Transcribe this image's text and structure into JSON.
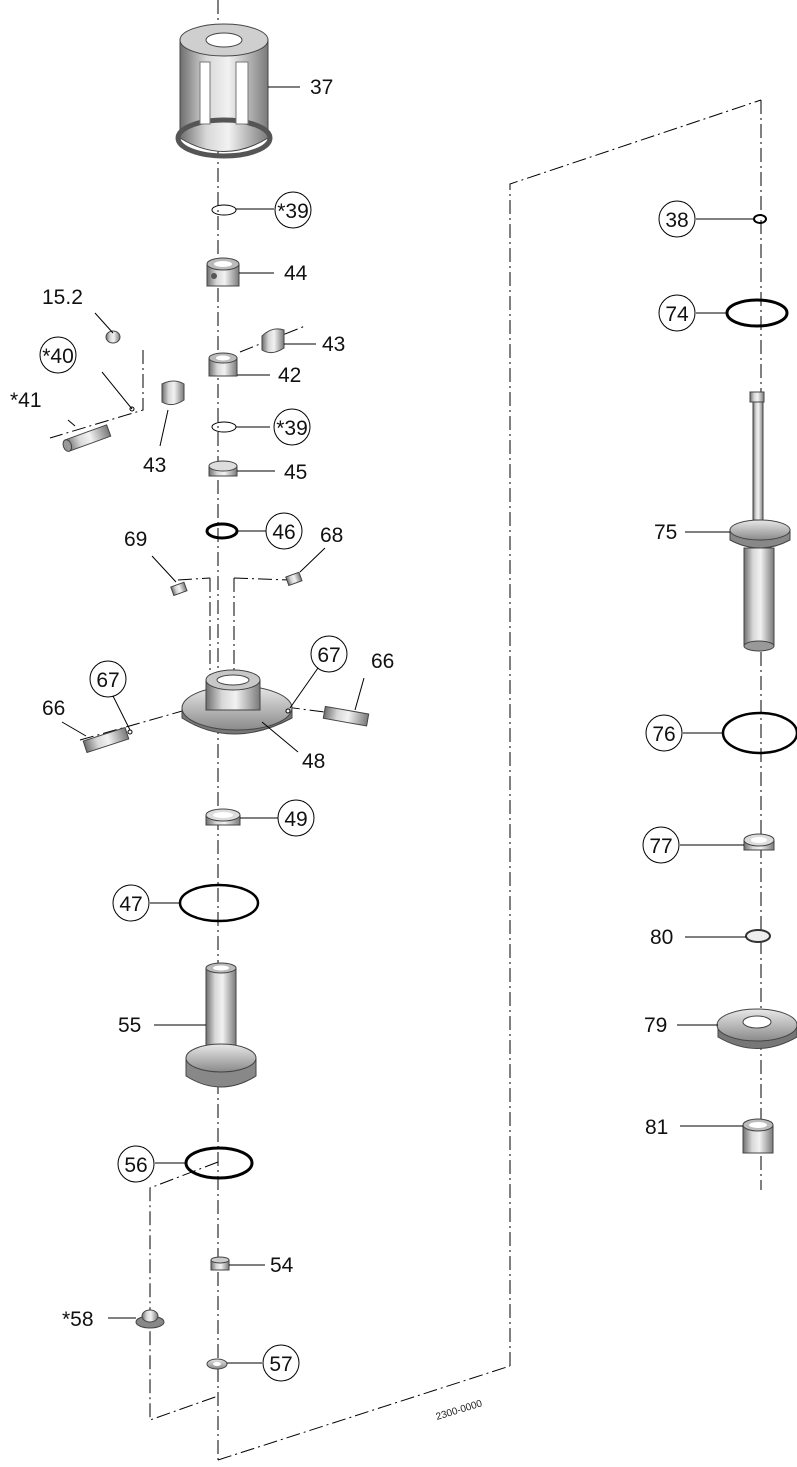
{
  "diagram_code": "2300-0000",
  "callouts": {
    "c37": {
      "text": "37",
      "circled": false
    },
    "c39a": {
      "text": "*39",
      "circled": true
    },
    "c44": {
      "text": "44",
      "circled": false
    },
    "c15_2": {
      "text": "15.2",
      "circled": false
    },
    "c40": {
      "text": "*40",
      "circled": true
    },
    "c41": {
      "text": "*41",
      "circled": false
    },
    "c43a": {
      "text": "43",
      "circled": false
    },
    "c42": {
      "text": "42",
      "circled": false
    },
    "c43b": {
      "text": "43",
      "circled": false
    },
    "c39b": {
      "text": "*39",
      "circled": true
    },
    "c45": {
      "text": "45",
      "circled": false
    },
    "c46": {
      "text": "46",
      "circled": true
    },
    "c69": {
      "text": "69",
      "circled": false
    },
    "c68": {
      "text": "68",
      "circled": false
    },
    "c67a": {
      "text": "67",
      "circled": true
    },
    "c66a": {
      "text": "66",
      "circled": false
    },
    "c67b": {
      "text": "67",
      "circled": true
    },
    "c66b": {
      "text": "66",
      "circled": false
    },
    "c48": {
      "text": "48",
      "circled": false
    },
    "c49": {
      "text": "49",
      "circled": true
    },
    "c47": {
      "text": "47",
      "circled": true
    },
    "c55": {
      "text": "55",
      "circled": false
    },
    "c56": {
      "text": "56",
      "circled": true
    },
    "c54": {
      "text": "54",
      "circled": false
    },
    "c58": {
      "text": "*58",
      "circled": false
    },
    "c57": {
      "text": "57",
      "circled": true
    },
    "c38": {
      "text": "38",
      "circled": true
    },
    "c74": {
      "text": "74",
      "circled": true
    },
    "c75": {
      "text": "75",
      "circled": false
    },
    "c76": {
      "text": "76",
      "circled": true
    },
    "c77": {
      "text": "77",
      "circled": true
    },
    "c80": {
      "text": "80",
      "circled": false
    },
    "c79": {
      "text": "79",
      "circled": false
    },
    "c81": {
      "text": "81",
      "circled": false
    }
  }
}
